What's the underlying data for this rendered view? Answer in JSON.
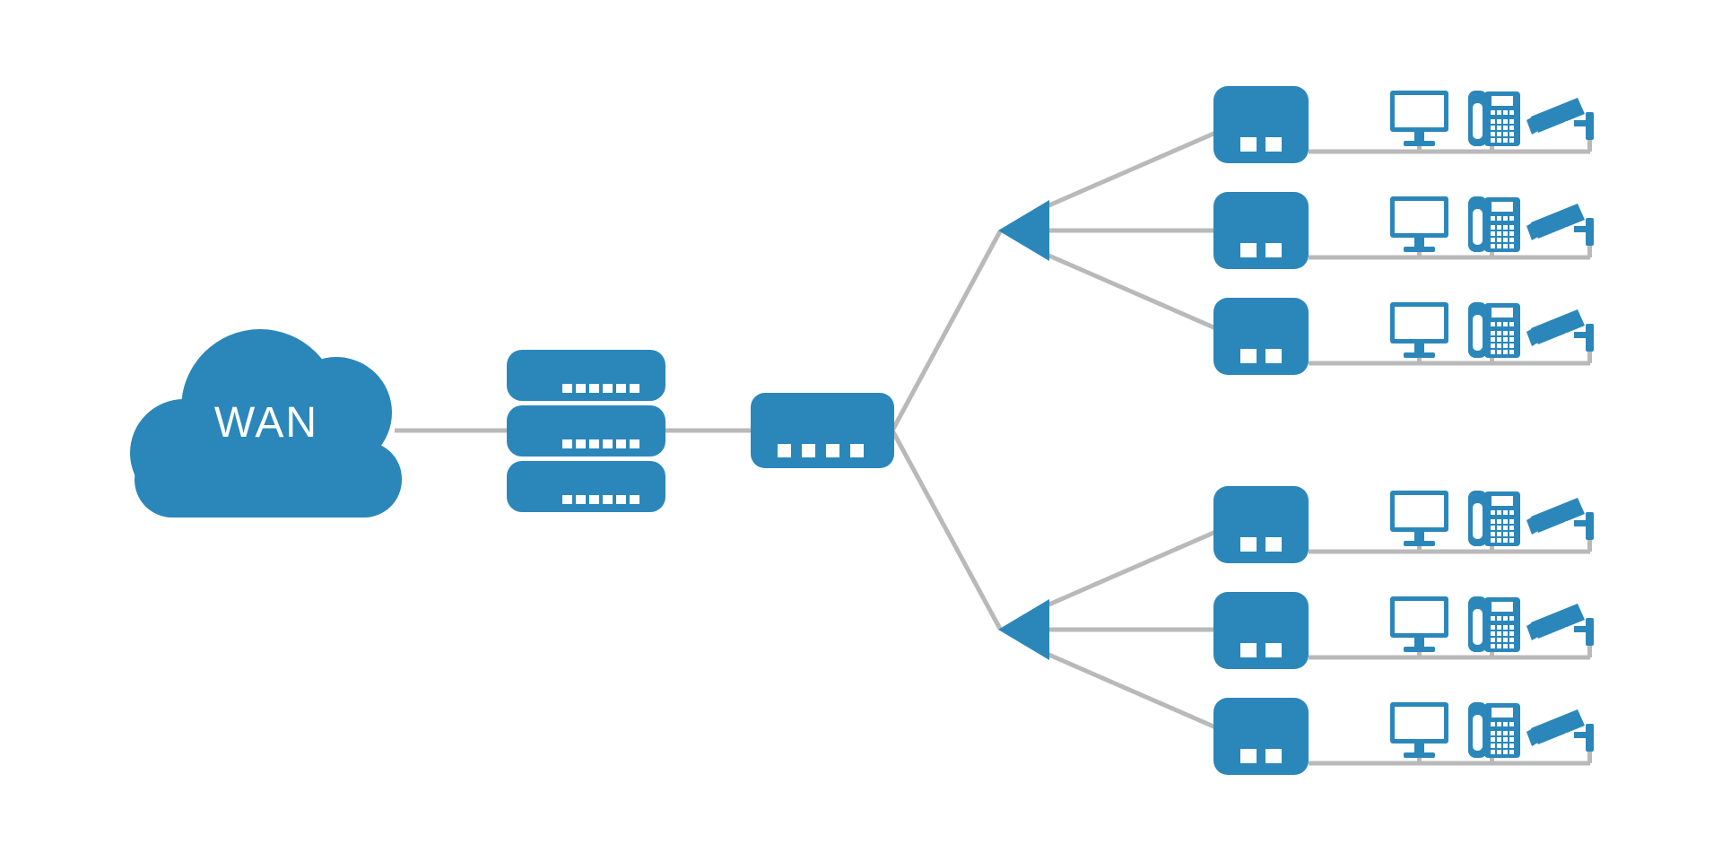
{
  "diagram": {
    "type": "network-topology",
    "background_color": "#ffffff",
    "colors": {
      "node_blue": "#2b87ba",
      "connector_gray": "#b9b9b9",
      "text_white": "#ffffff"
    },
    "wan": {
      "label": "WAN"
    },
    "core": {
      "server_stack_units": 3,
      "server_ports_per_unit": 6,
      "core_switch_ports": 4,
      "splitter_count": 2
    },
    "access_rows": [
      {
        "name": "access-switch-1",
        "switch_ports": 2,
        "devices": [
          "monitor",
          "ip-phone",
          "cctv-camera"
        ]
      },
      {
        "name": "access-switch-2",
        "switch_ports": 2,
        "devices": [
          "monitor",
          "ip-phone",
          "cctv-camera"
        ]
      },
      {
        "name": "access-switch-3",
        "switch_ports": 2,
        "devices": [
          "monitor",
          "ip-phone",
          "cctv-camera"
        ]
      },
      {
        "name": "access-switch-4",
        "switch_ports": 2,
        "devices": [
          "monitor",
          "ip-phone",
          "cctv-camera"
        ]
      },
      {
        "name": "access-switch-5",
        "switch_ports": 2,
        "devices": [
          "monitor",
          "ip-phone",
          "cctv-camera"
        ]
      },
      {
        "name": "access-switch-6",
        "switch_ports": 2,
        "devices": [
          "monitor",
          "ip-phone",
          "cctv-camera"
        ]
      }
    ]
  }
}
